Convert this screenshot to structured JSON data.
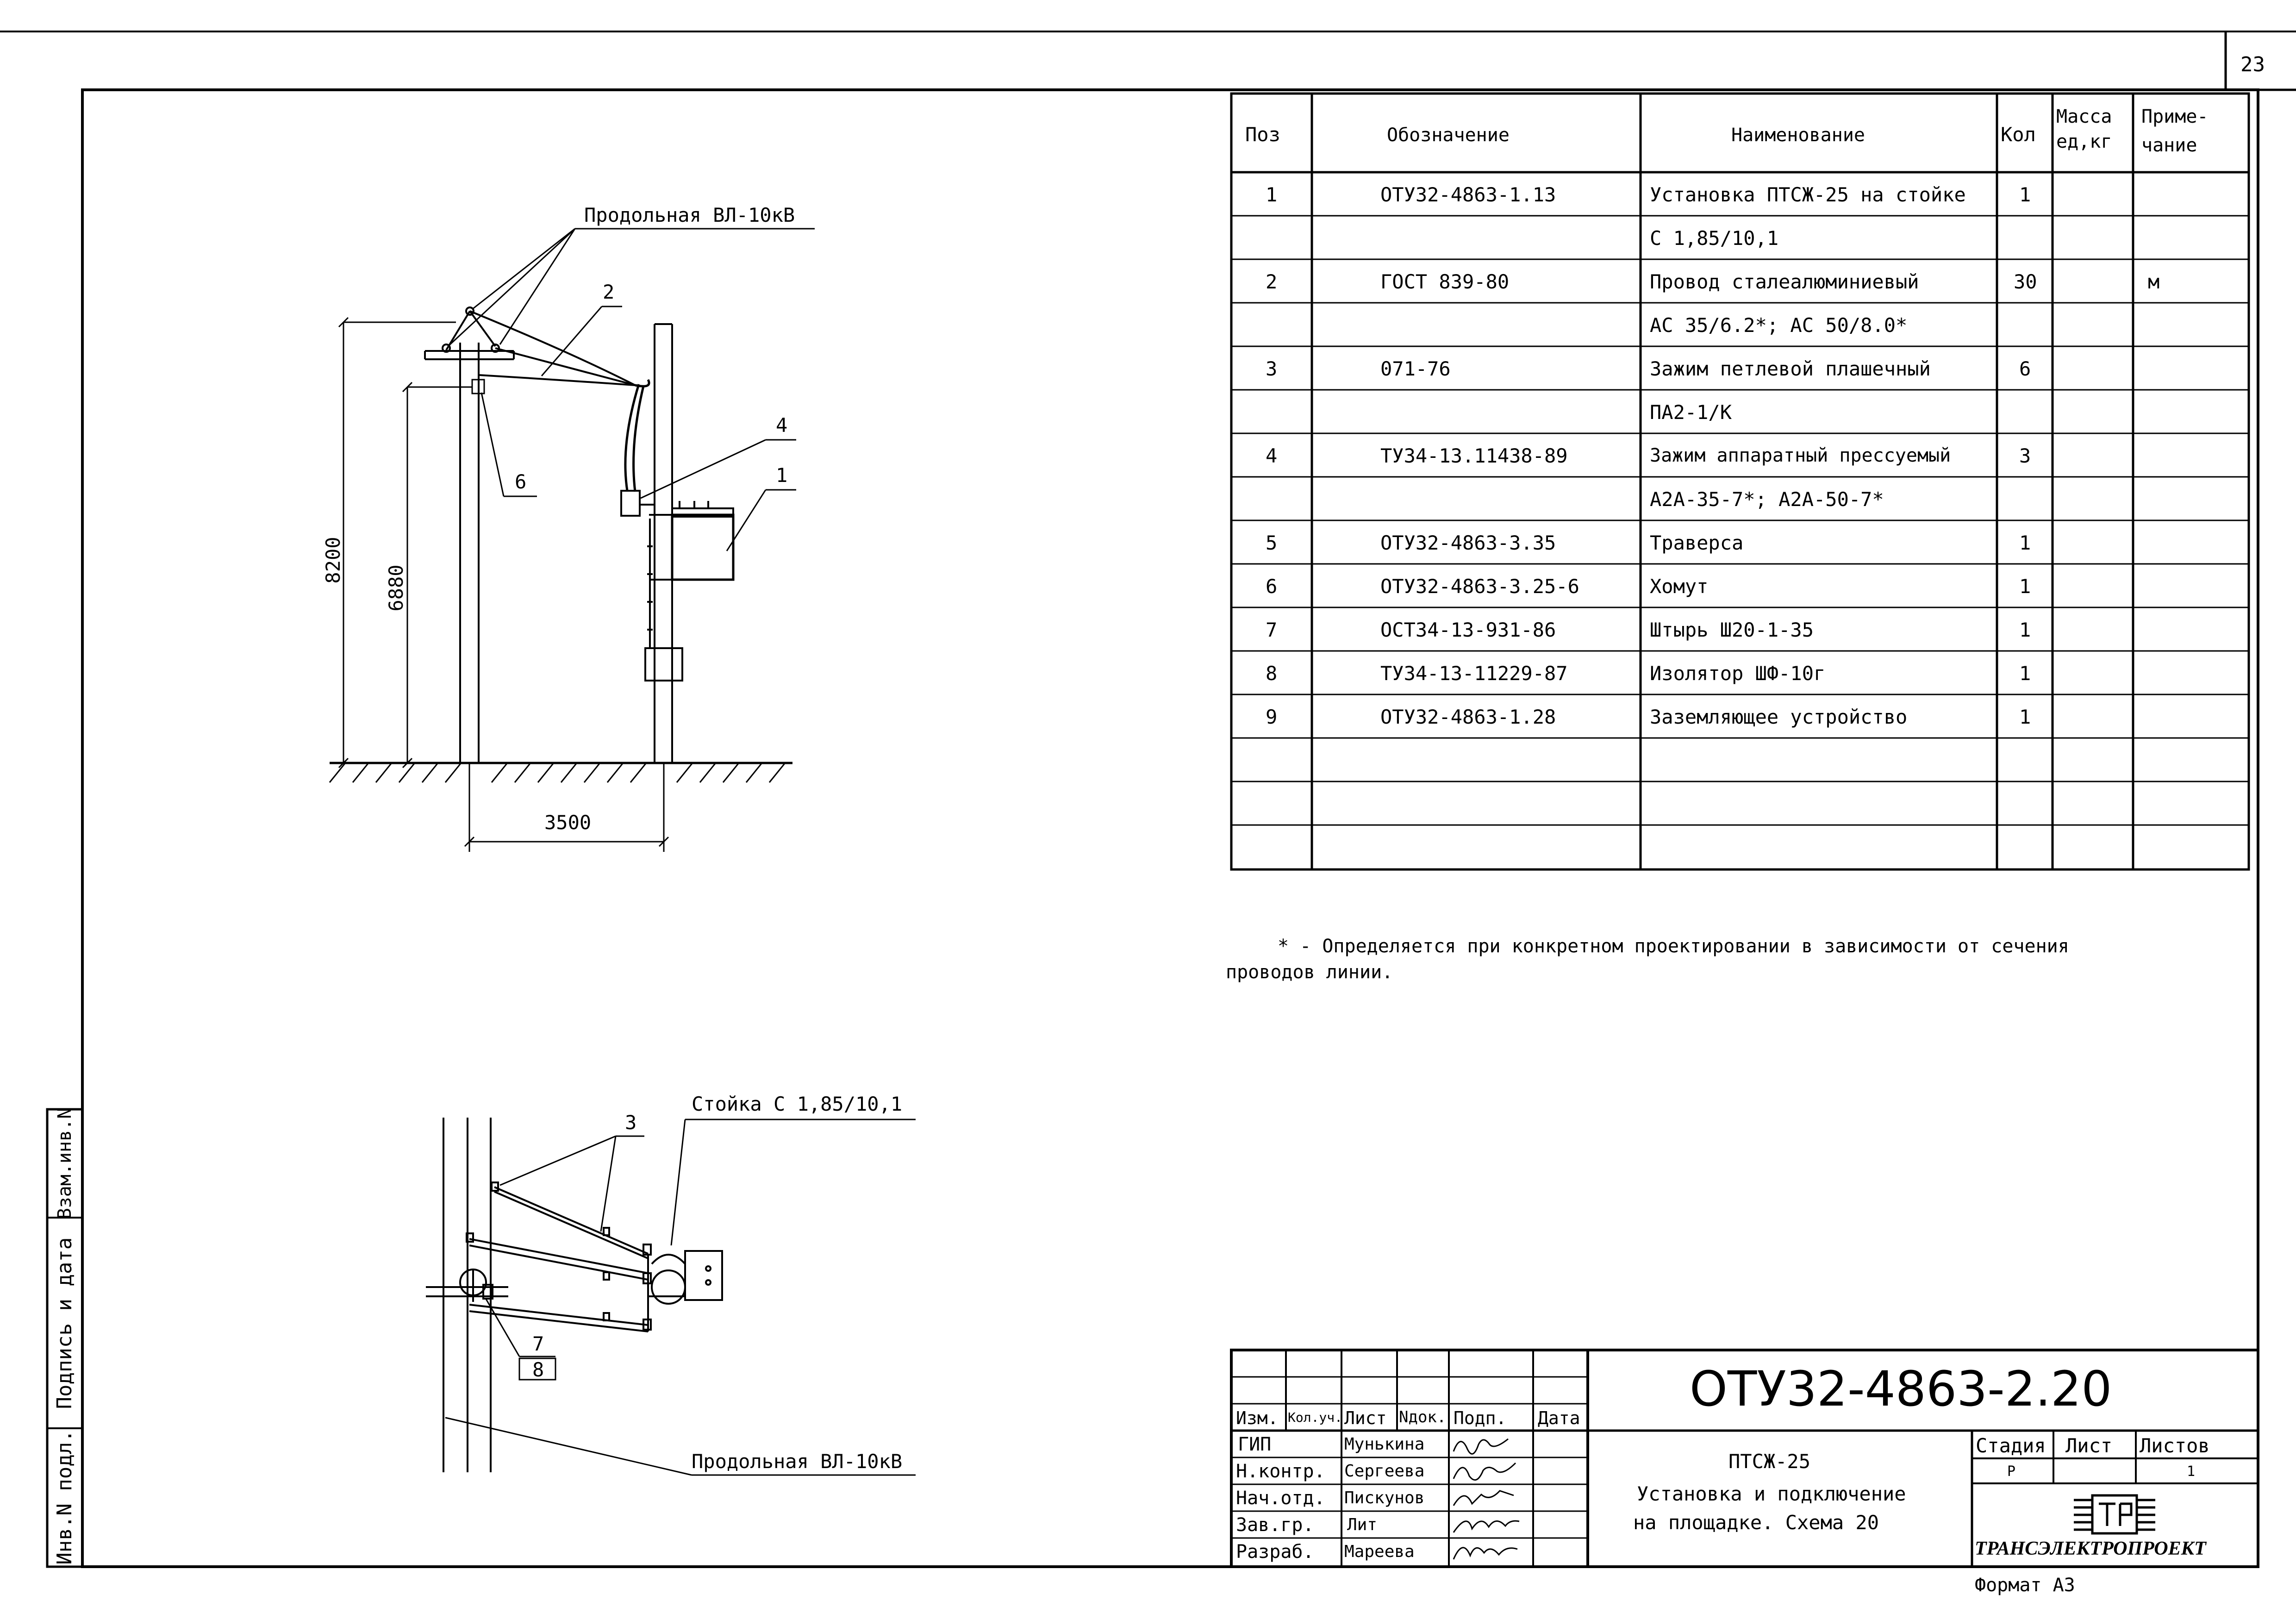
{
  "sheet_number": "23",
  "spec_table": {
    "headers": {
      "pos": "Поз",
      "designation": "Обозначение",
      "name": "Наименование",
      "qty": "Кол",
      "mass_line1": "Масса",
      "mass_line2": "ед,кг",
      "note_line1": "Приме-",
      "note_line2": "чание"
    },
    "rows": [
      {
        "pos": "1",
        "designation": "ОТУ32-4863-1.13",
        "name": "Установка ПТСЖ-25 на стойке",
        "qty": "1",
        "mass": "",
        "note": ""
      },
      {
        "pos": "",
        "designation": "",
        "name": "С 1,85/10,1",
        "qty": "",
        "mass": "",
        "note": ""
      },
      {
        "pos": "2",
        "designation": "ГОСТ 839-80",
        "name": "Провод сталеалюминиевый",
        "qty": "30",
        "mass": "",
        "note": "м"
      },
      {
        "pos": "",
        "designation": "",
        "name": "АС 35/6.2*; АС 50/8.0*",
        "qty": "",
        "mass": "",
        "note": ""
      },
      {
        "pos": "3",
        "designation": "071-76",
        "name": "Зажим петлевой плашечный",
        "qty": "6",
        "mass": "",
        "note": ""
      },
      {
        "pos": "",
        "designation": "",
        "name": "ПА2-1/К",
        "qty": "",
        "mass": "",
        "note": ""
      },
      {
        "pos": "4",
        "designation": "ТУ34-13.11438-89",
        "name": "Зажим аппаратный прессуемый",
        "qty": "3",
        "mass": "",
        "note": ""
      },
      {
        "pos": "",
        "designation": "",
        "name": "А2А-35-7*; А2А-50-7*",
        "qty": "",
        "mass": "",
        "note": ""
      },
      {
        "pos": "5",
        "designation": "ОТУ32-4863-3.35",
        "name": "Траверса",
        "qty": "1",
        "mass": "",
        "note": ""
      },
      {
        "pos": "6",
        "designation": "ОТУ32-4863-3.25-6",
        "name": "Хомут",
        "qty": "1",
        "mass": "",
        "note": ""
      },
      {
        "pos": "7",
        "designation": "ОСТ34-13-931-86",
        "name": "Штырь Ш20-1-35",
        "qty": "1",
        "mass": "",
        "note": ""
      },
      {
        "pos": "8",
        "designation": "ТУ34-13-11229-87",
        "name": "Изолятор ШФ-10г",
        "qty": "1",
        "mass": "",
        "note": ""
      },
      {
        "pos": "9",
        "designation": "ОТУ32-4863-1.28",
        "name": "Заземляющее устройство",
        "qty": "1",
        "mass": "",
        "note": ""
      },
      {
        "pos": "",
        "designation": "",
        "name": "",
        "qty": "",
        "mass": "",
        "note": ""
      },
      {
        "pos": "",
        "designation": "",
        "name": "",
        "qty": "",
        "mass": "",
        "note": ""
      },
      {
        "pos": "",
        "designation": "",
        "name": "",
        "qty": "",
        "mass": "",
        "note": ""
      }
    ]
  },
  "footnote": {
    "line1": "* - Определяется при конкретном проектировании в зависимости от сечения",
    "line2": "проводов линии."
  },
  "elevation_view": {
    "label_line": "Продольная ВЛ-10кВ",
    "dim_total_height": "8200",
    "dim_mount_height": "6880",
    "dim_span": "3500",
    "callouts": [
      "1",
      "2",
      "4",
      "6"
    ]
  },
  "plan_view": {
    "label_post": "Стойка С 1,85/10,1",
    "label_line": "Продольная ВЛ-10кВ",
    "callouts": [
      "3",
      "7",
      "8"
    ]
  },
  "side_stamp": {
    "cell1": "Инв.N подл.",
    "cell2": "Подпись и дата",
    "cell3": "Взам.инв.N"
  },
  "title_block": {
    "document_code": "ОТУ32-4863-2.20",
    "head_cells": [
      "Изм.",
      "Кол.уч.",
      "Лист",
      "Nдок.",
      "Подп.",
      "Дата"
    ],
    "roles": [
      {
        "role": "ГИП",
        "name": "Мунькина"
      },
      {
        "role": "Н.контр.",
        "name": "Сергеева"
      },
      {
        "role": "Нач.отд.",
        "name": "Пискунов"
      },
      {
        "role": "Зав.гр.",
        "name": "Лит"
      },
      {
        "role": "Разраб.",
        "name": "Мареева"
      }
    ],
    "title_line1": "ПТСЖ-25",
    "title_line2": "Установка и подключение",
    "title_line3": "на площадке. Схема 20",
    "stage_label": "Стадия",
    "sheet_label": "Лист",
    "sheets_label": "Листов",
    "stage_value": "Р",
    "sheets_value": "1",
    "company": "ТРАНСЭЛЕКТРОПРОЕКТ",
    "format": "Формат А3"
  }
}
